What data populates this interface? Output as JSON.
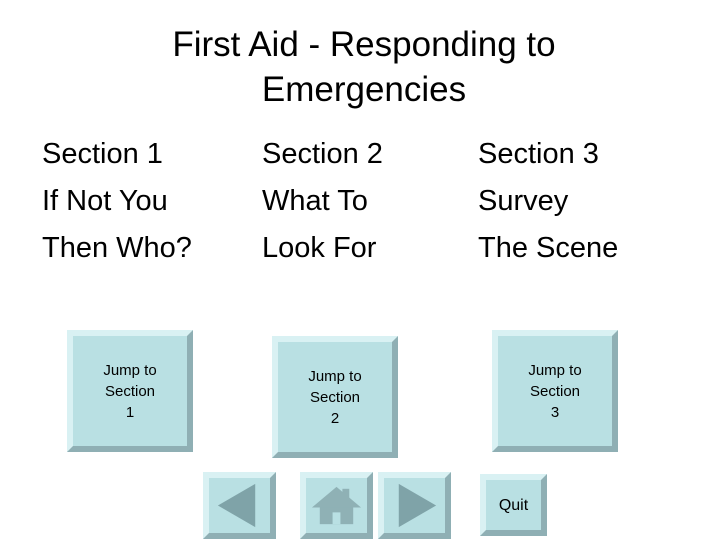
{
  "slide": {
    "title": "First Aid - Responding to\nEmergencies",
    "background_color": "#ffffff",
    "text_color": "#000000"
  },
  "columns": [
    {
      "heading": "Section 1",
      "line2": "If Not You",
      "line3": "Then Who?"
    },
    {
      "heading": "Section 2",
      "line2": "What To",
      "line3": "Look For"
    },
    {
      "heading": "Section 3",
      "line2": "Survey",
      "line3": "The Scene"
    }
  ],
  "jump_buttons": [
    {
      "label": "Jump to\nSection\n1"
    },
    {
      "label": "Jump to\nSection\n2"
    },
    {
      "label": "Jump to\nSection\n3"
    }
  ],
  "nav_buttons": {
    "back_icon": "triangle-left-icon",
    "home_icon": "house-icon",
    "forward_icon": "triangle-right-icon",
    "quit_label": "Quit"
  },
  "colors": {
    "button_face": "#b9e0e3",
    "button_highlight": "#d9f1f3",
    "button_shadow": "#8fafb4",
    "glyph": "#7fa3a8"
  }
}
